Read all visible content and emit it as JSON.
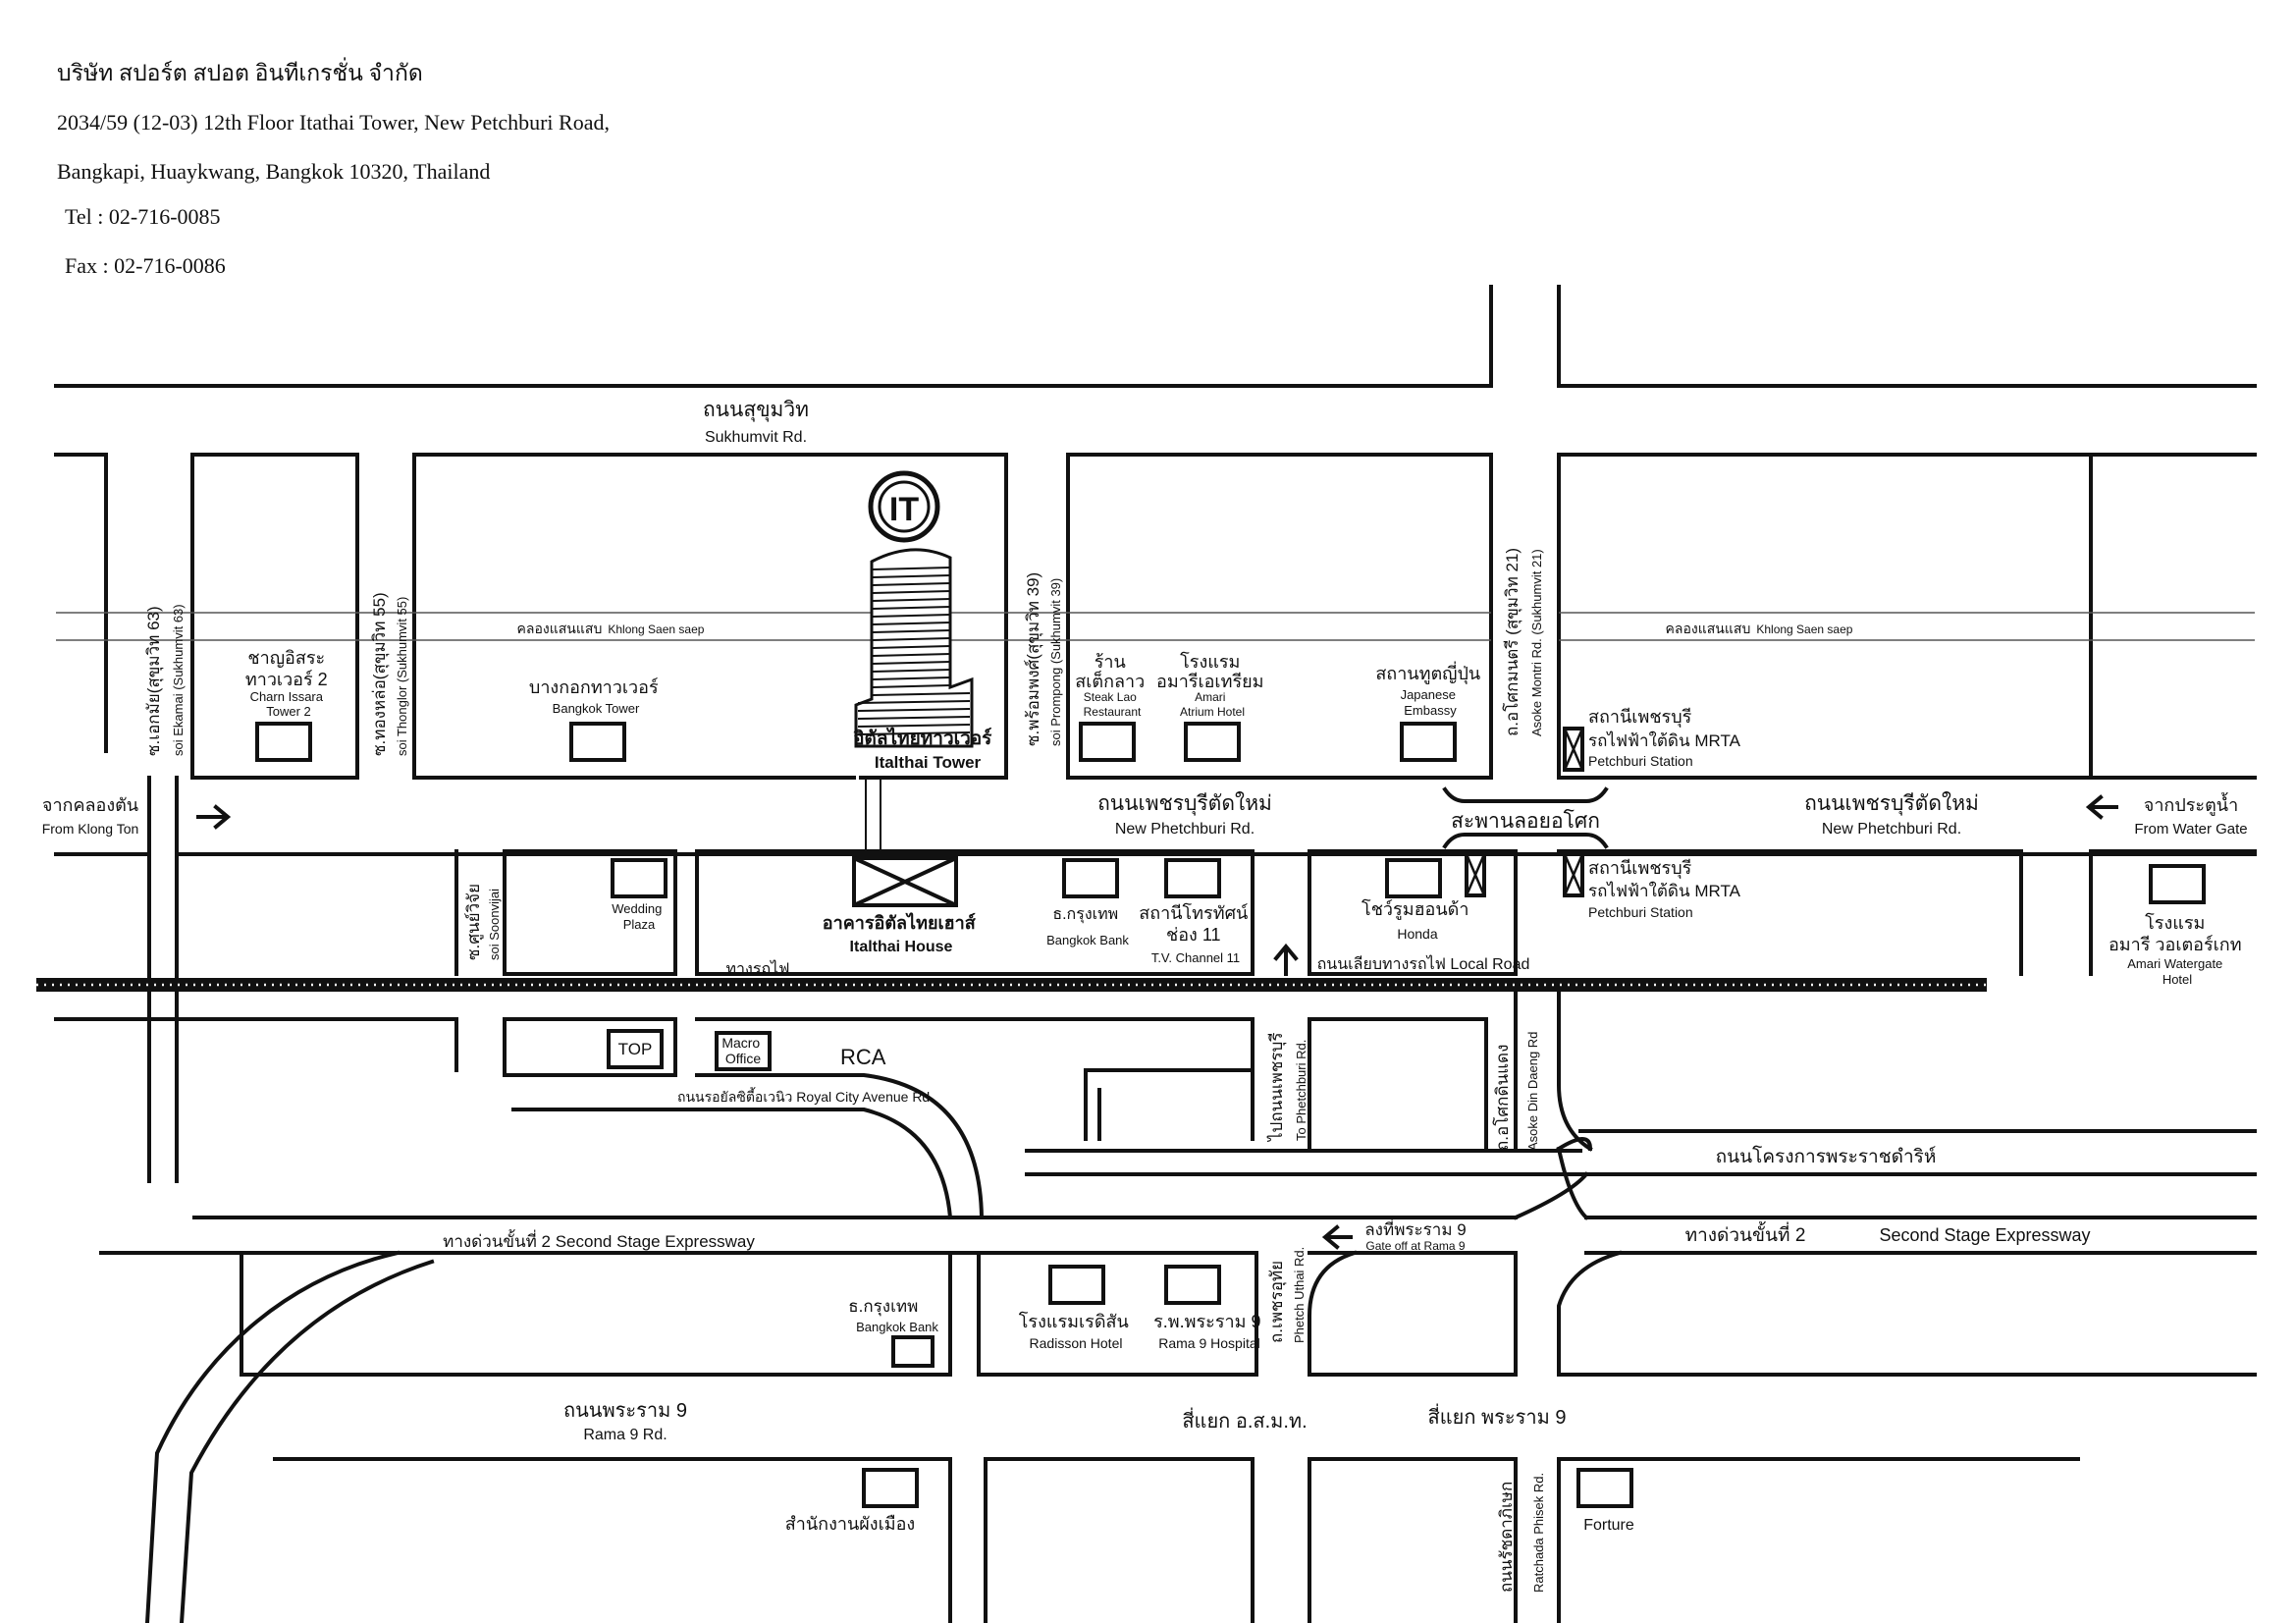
{
  "company": {
    "name_th": "บริษัท สปอร์ต สปอต อินทีเกรชั่น จำกัด",
    "address_1": "2034/59 (12-03) 12th Floor Itathai Tower, New Petchburi Road,",
    "address_2": "Bangkapi, Huaykwang, Bangkok 10320, Thailand",
    "tel": "Tel : 02-716-0085",
    "fax": "Fax : 02-716-0086"
  },
  "roads": {
    "sukhumvit_th": "ถนนสุขุมวิท",
    "sukhumvit_en": "Sukhumvit Rd.",
    "petchburi_th": "ถนนเพชรบุรีตัดใหม่",
    "petchburi_en": "New Phetchburi Rd.",
    "petchburi_right_th": "ถนนเพชรบุรีตัดใหม่",
    "petchburi_right_en": "New Phetchburi Rd.",
    "klong_left_th": "คลองแสนแสบ",
    "klong_left_en": "Khlong Saen saep",
    "klong_right_th": "คลองแสนแสบ",
    "klong_right_en": "Khlong Saen saep",
    "soi_ekamai_th": "ซ.เอกมัย(สุขุมวิท 63)",
    "soi_ekamai_en": "soi Ekamai (Sukhumvit 63)",
    "soi_thonglor_th": "ซ.ทองหล่อ(สุขุมวิท 55)",
    "soi_thonglor_en": "soi Thonglor (Sukhumvit 55)",
    "soi_prompong_th": "ซ.พร้อมพงศ์(สุขุมวิท 39)",
    "soi_prompong_en": "soi Prompong (Sukhumvit 39)",
    "asoke_th": "ถ.อโศกมนตรี (สุขุมวิท 21)",
    "asoke_en": "Asoke Montri Rd. (Sukhumvit 21)",
    "soi_soonvijai_th": "ซ.ศูนย์วิจัย",
    "soi_soonvijai_en": "soi Soonvijai",
    "railway_th": "ทางรถไฟ",
    "local_road": "ถนนเลียบทางรถไฟ  Local Road",
    "royal_city": "ถนนรอยัลซิตี้อเวนิว  Royal City Avenue Rd",
    "to_petchburi_th": "ไปถนนเพชรบุรี",
    "to_petchburi_en": "To Phetchburi Rd.",
    "din_daeng_th": "ถ.อโศกดินแดง",
    "din_daeng_en": "Asoke Din Daeng Rd",
    "royal_project": "ถนนโครงการพระราชดำริห์",
    "expressway_left": "ทางด่วนขั้นที่ 2   Second Stage Expressway",
    "expressway_right_th": "ทางด่วนขั้นที่ 2",
    "expressway_right_en": "Second Stage Expressway",
    "gate_off_th": "ลงที่พระราม 9",
    "gate_off_en": "Gate off at Rama 9",
    "phetch_uthai_th": "ถ.เพชรอุทัย",
    "phetch_uthai_en": "Phetch Uthai Rd.",
    "rama9_th": "ถนนพระราม 9",
    "rama9_en": "Rama 9 Rd.",
    "intersection_1": "สี่แยก อ.ส.ม.ท.",
    "intersection_2": "สี่แยก พระราม 9",
    "ratchada_th": "ถนนรัชดาภิเษก",
    "ratchada_en": "Ratchada Phisek Rd.",
    "asoke_bridge_th": "สะพานลอยอโศก",
    "from_klongton_th": "จากคลองตัน",
    "from_klongton_en": "From Klong Ton",
    "from_watergate_th": "จากประตูน้ำ",
    "from_watergate_en": "From Water Gate"
  },
  "places": {
    "charn_th_1": "ชาญอิสระ",
    "charn_th_2": "ทาวเวอร์ 2",
    "charn_en_1": "Charn Issara",
    "charn_en_2": "Tower 2",
    "bkk_tower_th": "บางกอกทาวเวอร์",
    "bkk_tower_en": "Bangkok Tower",
    "italthai_tower_th": "อิตัลไทยทาวเวอร์",
    "italthai_tower_en": "Italthai Tower",
    "steak_th_1": "ร้าน",
    "steak_th_2": "สเต็กลาว",
    "steak_en_1": "Steak Lao",
    "steak_en_2": "Restaurant",
    "amari_atrium_th_1": "โรงแรม",
    "amari_atrium_th_2": "อมารีเอเทรียม",
    "amari_atrium_en_1": "Amari",
    "amari_atrium_en_2": "Atrium Hotel",
    "japan_th": "สถานทูตญี่ปุ่น",
    "japan_en_1": "Japanese",
    "japan_en_2": "Embassy",
    "mrta_top_th_1": "สถานีเพชรบุรี",
    "mrta_top_th_2": "รถไฟฟ้าใต้ดิน MRTA",
    "mrta_top_en": "Petchburi Station",
    "wedding_1": "Wedding",
    "wedding_2": "Plaza",
    "italthai_house_th": "อาคารอิตัลไทยเฮาส์",
    "italthai_house_en": "Italthai House",
    "bangkok_bank_th": "ธ.กรุงเทพ",
    "bangkok_bank_en": "Bangkok Bank",
    "channel11_th_1": "สถานีโทรทัศน์",
    "channel11_th_2": "ช่อง 11",
    "channel11_en": "T.V. Channel 11",
    "honda_th": "โชว์รูมฮอนด้า",
    "honda_en": "Honda",
    "mrta_bot_th_1": "สถานีเพชรบุรี",
    "mrta_bot_th_2": "รถไฟฟ้าใต้ดิน MRTA",
    "mrta_bot_en": "Petchburi Station",
    "amari_wg_th_1": "โรงแรม",
    "amari_wg_th_2": "อมารี วอเตอร์เกท",
    "amari_wg_en_1": "Amari Watergate",
    "amari_wg_en_2": "Hotel",
    "top": "TOP",
    "macro_1": "Macro",
    "macro_2": "Office",
    "rca": "RCA",
    "bangkok_bank2_th": "ธ.กรุงเทพ",
    "bangkok_bank2_en": "Bangkok Bank",
    "radisson_th": "โรงแรมเรดิสัน",
    "radisson_en": "Radisson Hotel",
    "rama9_hosp_th": "ร.พ.พระราม 9",
    "rama9_hosp_en": "Rama 9 Hospital",
    "town_planning_th": "สำนักงานผังเมือง",
    "fortune": "Forture",
    "logo_letters": "IT"
  },
  "colors": {
    "ink": "#111111",
    "background": "#ffffff",
    "klong": "#555555"
  }
}
